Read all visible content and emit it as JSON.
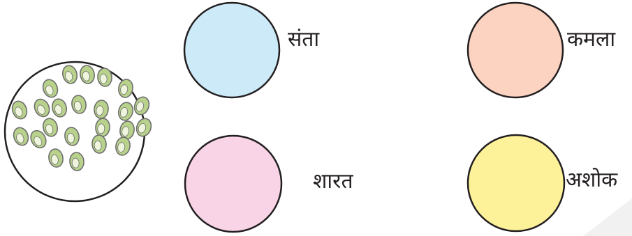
{
  "names": {
    "santa": "संता",
    "kamala": "कमला",
    "sharat": "शारत",
    "ashok": "अशोक"
  },
  "colors": {
    "santa_fill": "#cdeaf8",
    "kamala_fill": "#fbd3c0",
    "sharat_fill": "#f8d4e6",
    "ashok_fill": "#fdf29a",
    "outline": "#231f20",
    "seed_fill": "#b8d28c",
    "seed_highlight": "#eef5dc",
    "seed_outline": "#6f6f6f"
  },
  "bowl": {
    "icon": "bowl-of-peas-icon",
    "seed_count": 23
  }
}
